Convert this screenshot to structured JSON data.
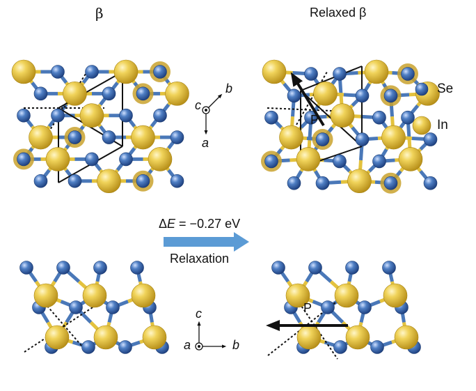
{
  "panels": {
    "top_left_title": "β",
    "top_right_title": "Relaxed β"
  },
  "legend": {
    "se_label": "Se",
    "in_label": "In",
    "se_color": "#4a78b8",
    "in_color": "#e3c23e"
  },
  "axes_top": {
    "c": "c",
    "b": "b",
    "a": "a"
  },
  "axes_bottom": {
    "c": "c",
    "a": "a",
    "b": "b"
  },
  "arrow": {
    "energy_prefix": "Δ",
    "energy_var": "E",
    "energy_value": " = −0.27 eV",
    "caption": "Relaxation",
    "color": "#5b9bd5"
  },
  "polarization": {
    "label_top": "P",
    "label_bottom": "P"
  }
}
